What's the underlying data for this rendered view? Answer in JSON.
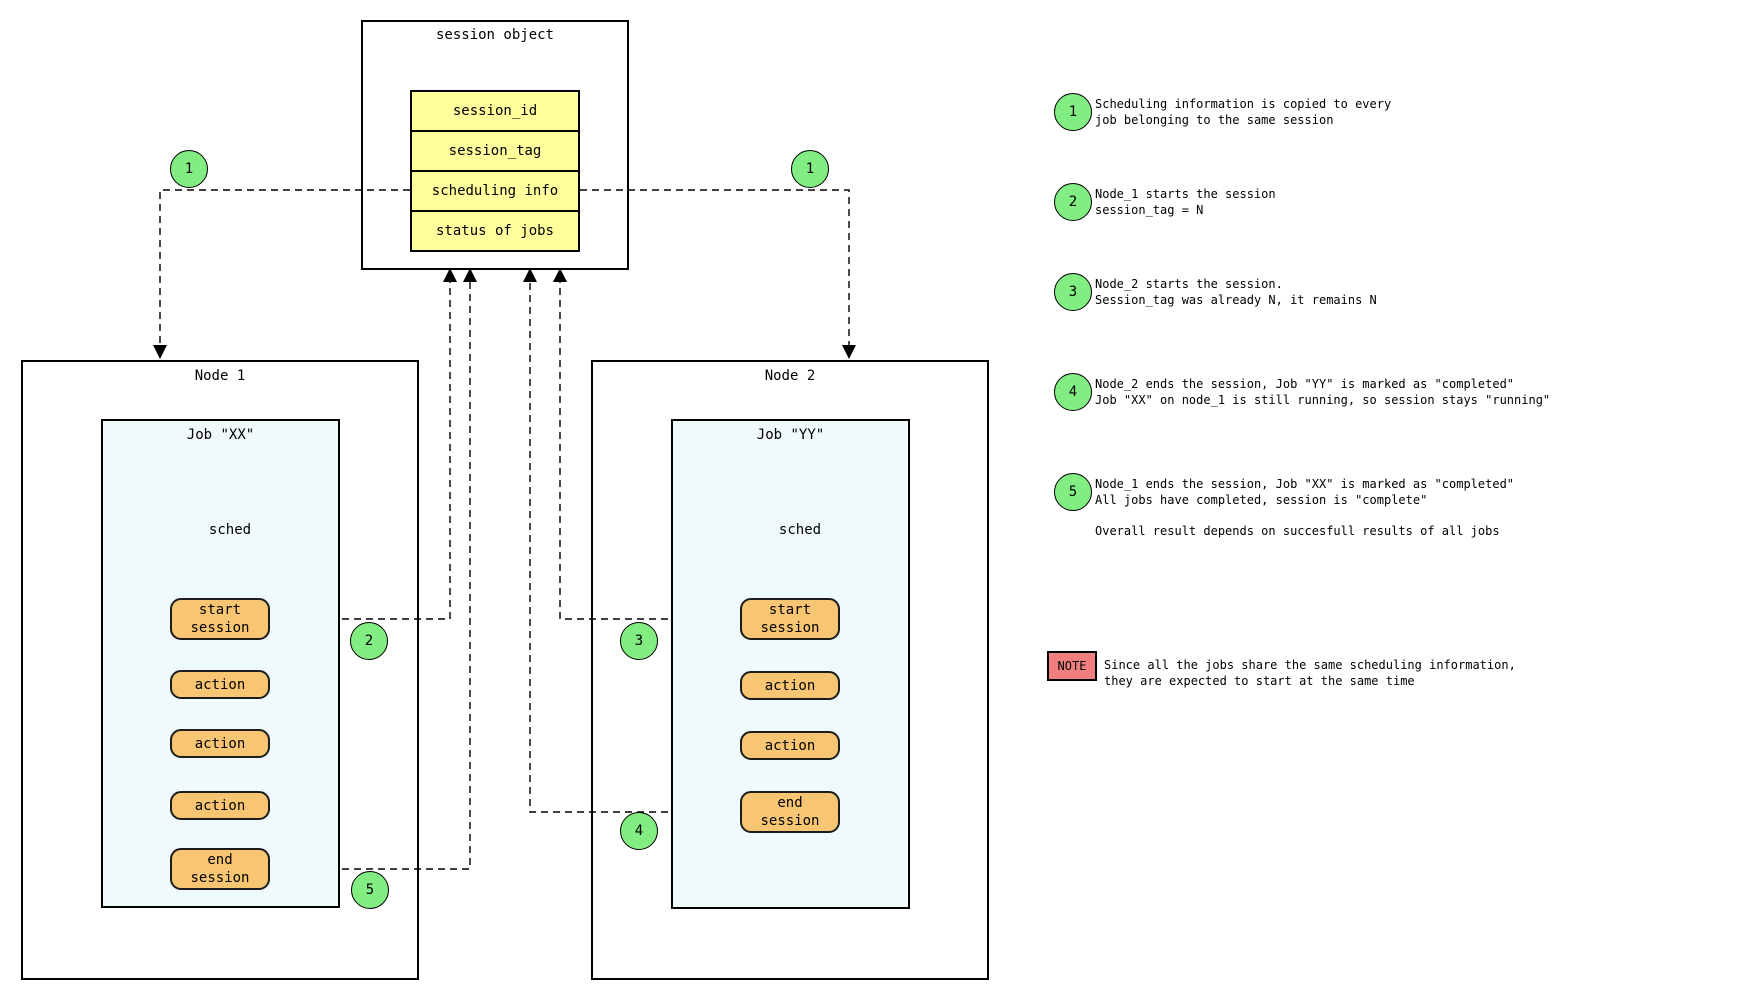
{
  "diagram": {
    "session_object": {
      "title": "session object",
      "rows": [
        "session_id",
        "session_tag",
        "scheduling info",
        "status of jobs"
      ]
    },
    "node1": {
      "title": "Node 1",
      "job_title": "Job \"XX\"",
      "sched_label": "sched",
      "steps": [
        "start\nsession",
        "action",
        "action",
        "action",
        "end\nsession"
      ]
    },
    "node2": {
      "title": "Node 2",
      "job_title": "Job \"YY\"",
      "sched_label": "sched",
      "steps": [
        "start\nsession",
        "action",
        "action",
        "end\nsession"
      ]
    },
    "badges": {
      "one_left": "1",
      "one_right": "1",
      "two": "2",
      "three": "3",
      "four": "4",
      "five": "5"
    }
  },
  "legend": {
    "items": [
      {
        "num": "1",
        "text": "Scheduling information is copied to every\njob belonging to the same session"
      },
      {
        "num": "2",
        "text": "Node_1 starts the session\nsession_tag = N"
      },
      {
        "num": "3",
        "text": "Node_2 starts the session.\nSession_tag was already N, it remains N"
      },
      {
        "num": "4",
        "text": "Node_2 ends the session, Job \"YY\" is marked as \"completed\"\nJob \"XX\" on node_1 is still running, so session stays \"running\""
      },
      {
        "num": "5",
        "text": "Node_1 ends the session, Job \"XX\" is marked as \"completed\"\nAll jobs have completed, session is \"complete\""
      }
    ],
    "footnote": "Overall result depends on succesfull results of all jobs",
    "note": {
      "label": "NOTE",
      "text": "Since all the jobs share the same scheduling information,\nthey are expected to start at the same time"
    }
  },
  "colors": {
    "table_yellow": "#FFFF9C",
    "flag_yellow": "#FFFF54",
    "step_orange": "#F8C572",
    "badge_green": "#82ED82",
    "job_background": "#F0FAFC",
    "note_red": "#F08080"
  }
}
